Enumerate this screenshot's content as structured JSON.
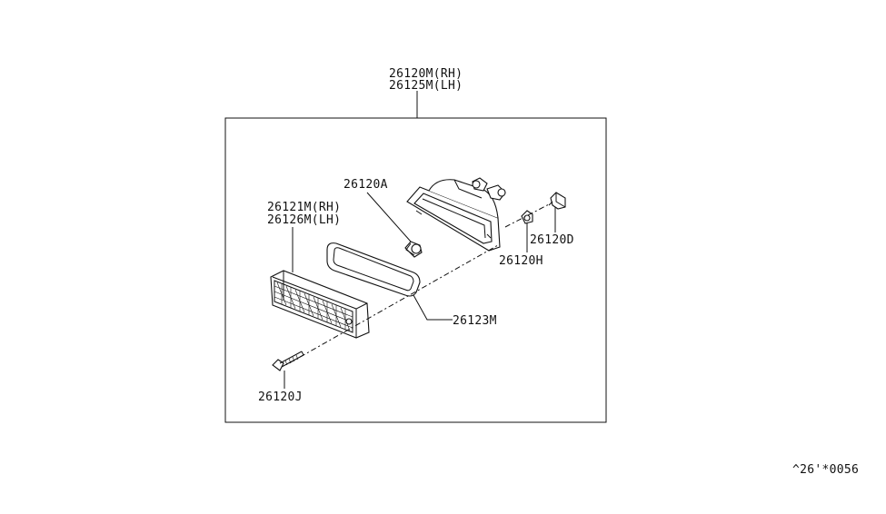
{
  "diagram": {
    "assembly_label_rh": "26120M(RH)",
    "assembly_label_lh": "26125M(LH)",
    "parts": {
      "bulb": "26120A",
      "lens_rh": "26121M(RH)",
      "lens_lh": "26126M(LH)",
      "clip": "26120D",
      "socket": "26120H",
      "gasket": "26123M",
      "screw": "26120J"
    },
    "reference_code": "^26'*0056"
  }
}
